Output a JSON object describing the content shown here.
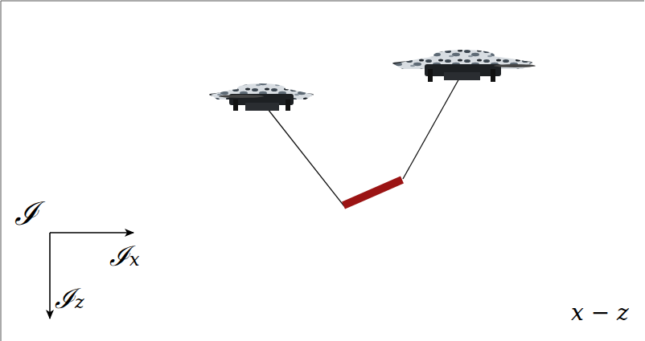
{
  "diagram": {
    "labels": [
      "ℐ",
      "ℐx",
      "ℐz",
      "x − z"
    ]
  }
}
